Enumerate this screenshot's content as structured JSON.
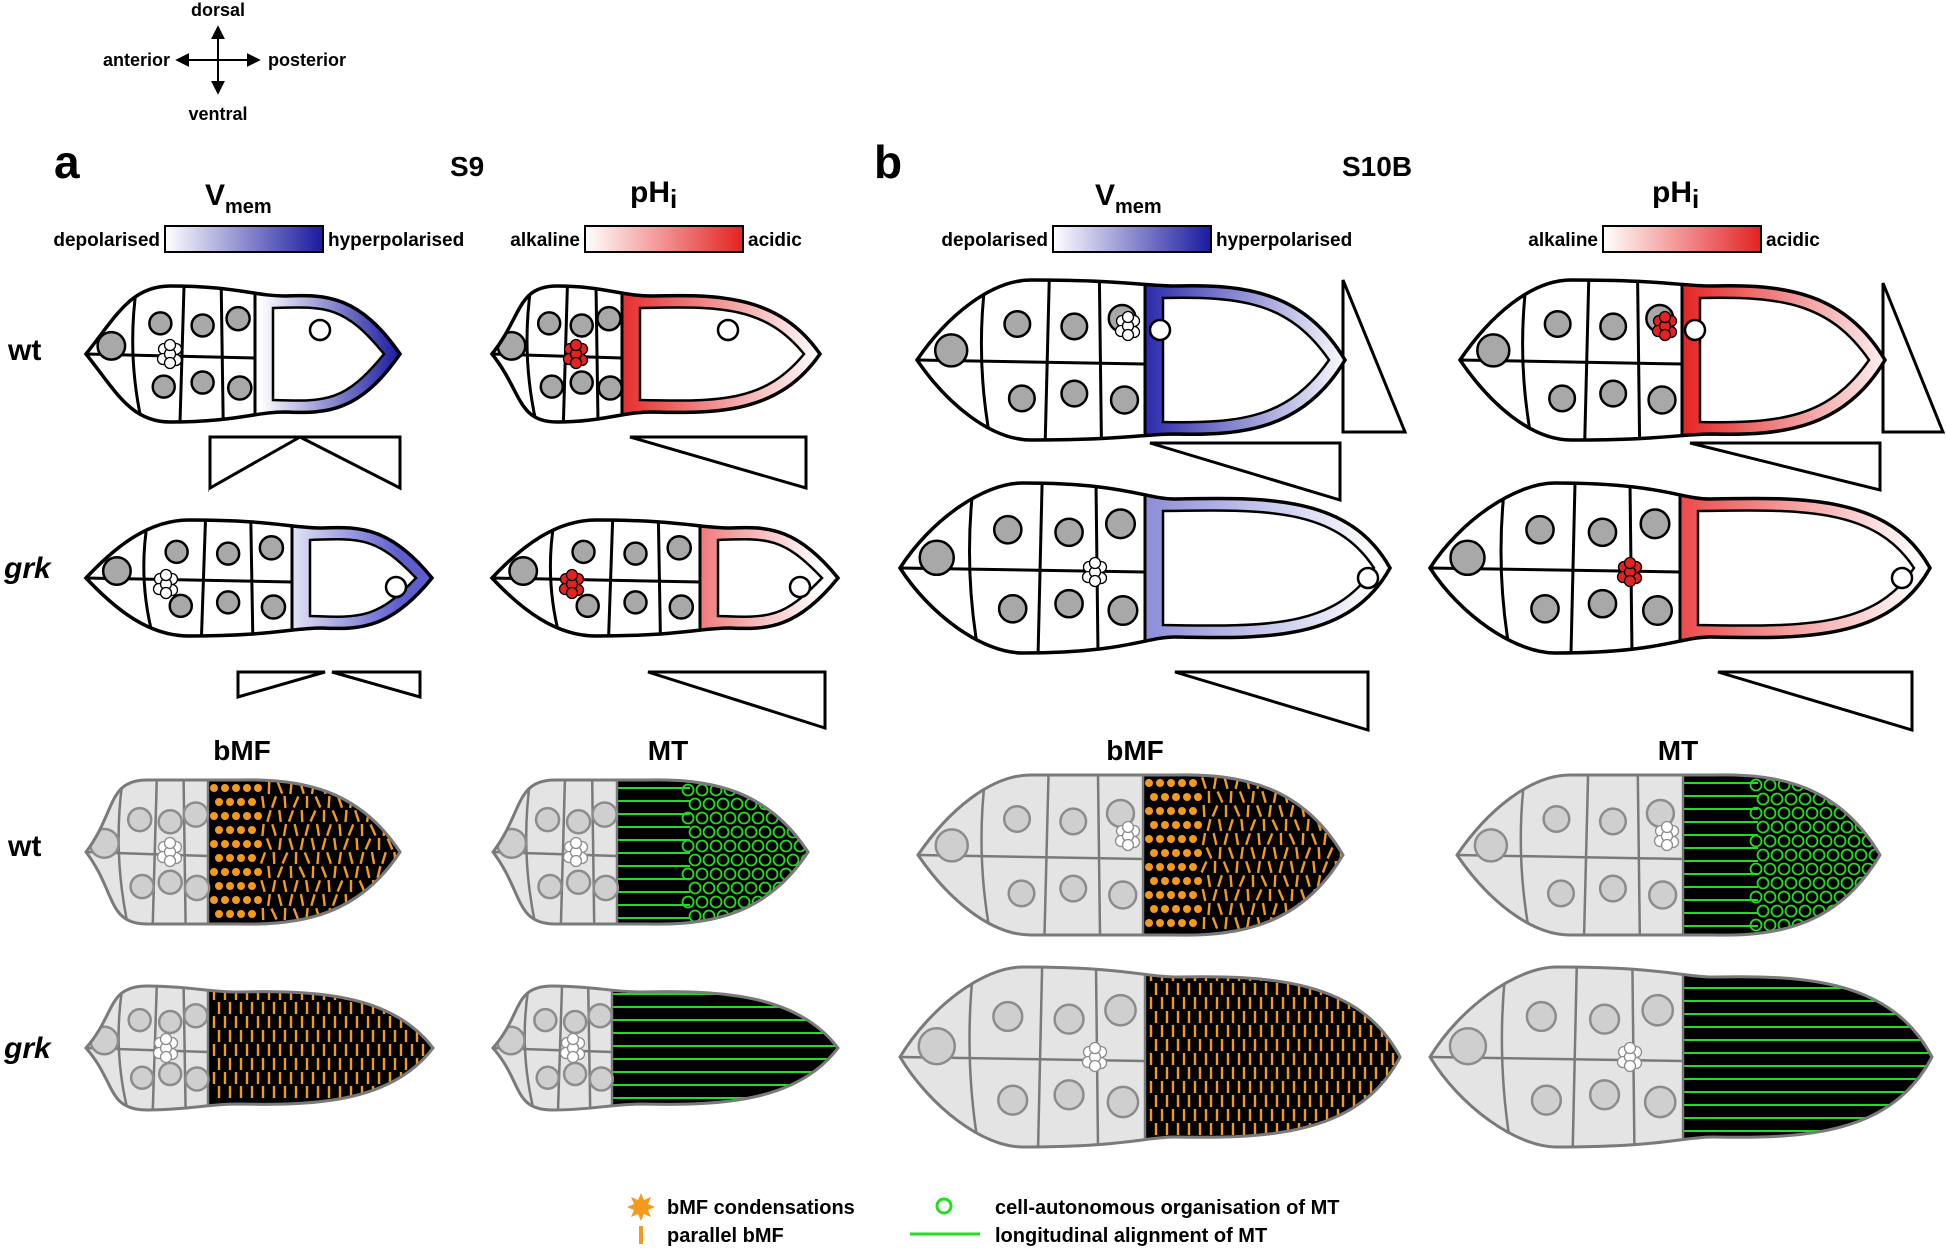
{
  "compass": {
    "dorsal": "dorsal",
    "ventral": "ventral",
    "anterior": "anterior",
    "posterior": "posterior"
  },
  "panels": {
    "a": {
      "letter": "a",
      "stage": "S9"
    },
    "b": {
      "letter": "b",
      "stage": "S10B"
    }
  },
  "scales": {
    "vmem": {
      "symbol": "V",
      "subscript": "mem",
      "left": "depolarised",
      "right": "hyperpolarised",
      "color": "#1a1aa0"
    },
    "phi": {
      "symbol": "pH",
      "subscript": "i",
      "left": "alkaline",
      "right": "acidic",
      "color": "#e32222"
    }
  },
  "rows": {
    "wt": "wt",
    "grk": "grk"
  },
  "columns": {
    "bmf": "bMF",
    "mt": "MT"
  },
  "colors": {
    "cell_fill": "#e6e6e6",
    "nucleus": "#a8a8a8",
    "bmf_orange": "#f39a1e",
    "mt_green": "#22dd22",
    "oocyte_dark": "#000000"
  },
  "legend": {
    "bmf_condensations": "bMF condensations",
    "parallel_bmf": "parallel bMF",
    "mt_cell_autonomous": "cell-autonomous organisation of MT",
    "mt_longitudinal": "longitudinal alignment of MT"
  }
}
